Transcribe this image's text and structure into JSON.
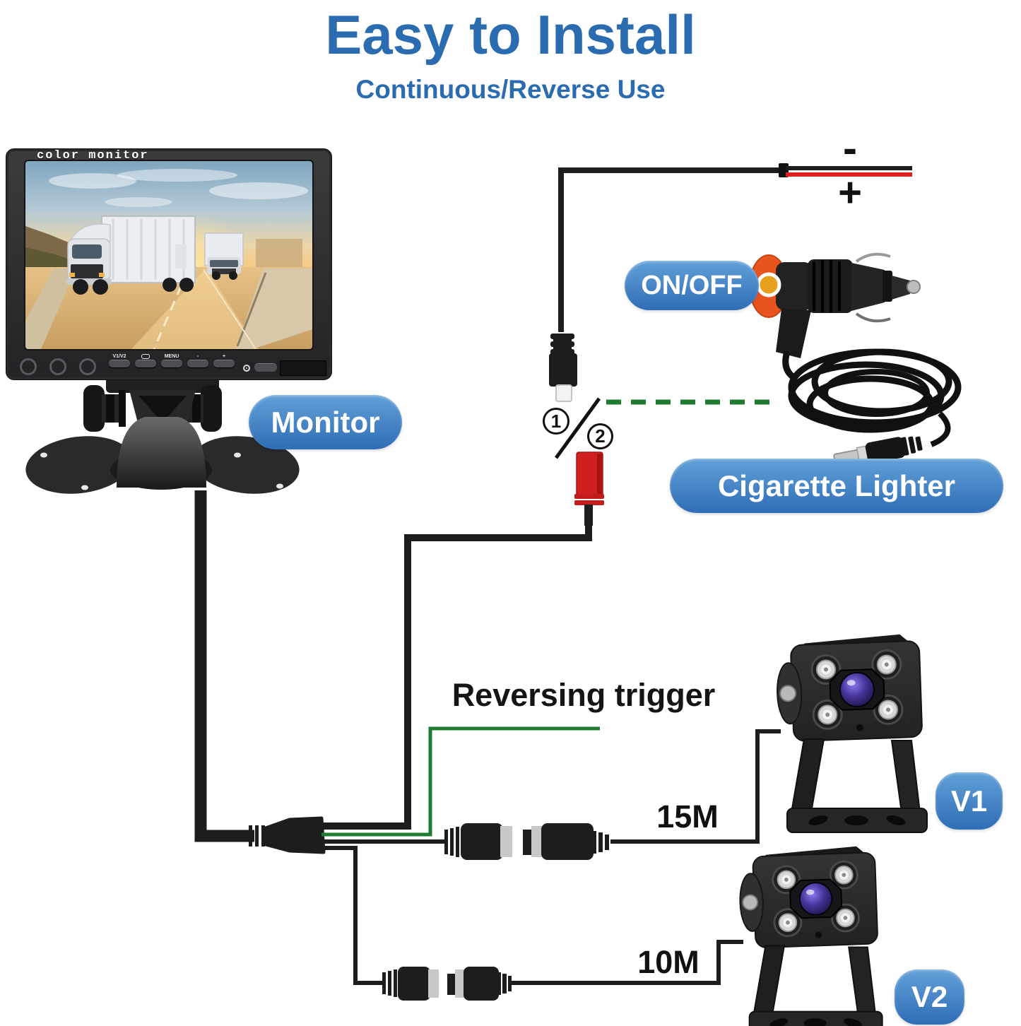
{
  "colors": {
    "accent-blue": "#2b6cb0",
    "pill-top": "#62a0d8",
    "pill-bottom": "#2f6db6",
    "wire-green": "#1e7b2f",
    "wire-red": "#e01f1f",
    "wire-black": "#1d1d1d",
    "connector-red": "#cf1f1f",
    "plug-orange": "#e8541e",
    "indicator-amber": "#e8a11c"
  },
  "header": {
    "title": "Easy to Install",
    "subtitle": "Continuous/Reverse Use"
  },
  "monitor": {
    "label": "Monitor",
    "screen_caption": "color monitor",
    "buttons": [
      {
        "label": "V1/V2"
      },
      {
        "icon": "loop-icon"
      },
      {
        "label": "MENU"
      },
      {
        "label": "-"
      },
      {
        "label": "+"
      }
    ]
  },
  "power": {
    "negative": "-",
    "positive": "+",
    "on_off": "ON/OFF",
    "cigarette_lighter": "Cigarette Lighter",
    "option1": "1",
    "option2": "2"
  },
  "trigger": {
    "label": "Reversing trigger"
  },
  "cameras": {
    "v1": {
      "label": "V1",
      "cable_length": "15M"
    },
    "v2": {
      "label": "V2",
      "cable_length": "10M"
    }
  }
}
